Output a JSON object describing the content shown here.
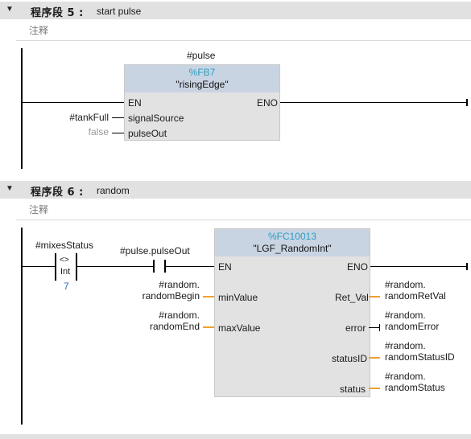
{
  "network5": {
    "title": "程序段 5 :",
    "name": "start pulse",
    "comment": "注释",
    "block": {
      "instance": "#pulse",
      "number": "%FB7",
      "name": "\"risingEdge\"",
      "pins": {
        "en": "EN",
        "eno": "ENO",
        "signalSource": "signalSource",
        "pulseOut": "pulseOut"
      },
      "operands": {
        "signalSource": "#tankFull",
        "pulseOut": "false"
      }
    }
  },
  "network6": {
    "title": "程序段 6 :",
    "name": "random",
    "comment": "注释",
    "compare": {
      "operand": "#mixesStatus",
      "op": "<>",
      "type": "Int",
      "value": "7"
    },
    "contact": {
      "operand": "#pulse.pulseOut"
    },
    "block": {
      "number": "%FC10013",
      "name": "\"LGF_RandomInt\"",
      "pins": {
        "en": "EN",
        "eno": "ENO",
        "minValue": "minValue",
        "maxValue": "maxValue",
        "retVal": "Ret_Val",
        "error": "error",
        "statusID": "statusID",
        "status": "status"
      },
      "inputs": {
        "minValue": [
          "#random.",
          "randomBegin"
        ],
        "maxValue": [
          "#random.",
          "randomEnd"
        ]
      },
      "outputs": {
        "retVal": [
          "#random.",
          "randomRetVal"
        ],
        "error": [
          "#random.",
          "randomError"
        ],
        "statusID": [
          "#random.",
          "randomStatusID"
        ],
        "status": [
          "#random.",
          "randomStatus"
        ]
      }
    }
  },
  "icons": {
    "collapse": "triangle-down-icon"
  },
  "colors": {
    "wire_orange": "#f0a030",
    "block_number": "#2a9ec0",
    "header_bg": "#e1e1e1"
  }
}
